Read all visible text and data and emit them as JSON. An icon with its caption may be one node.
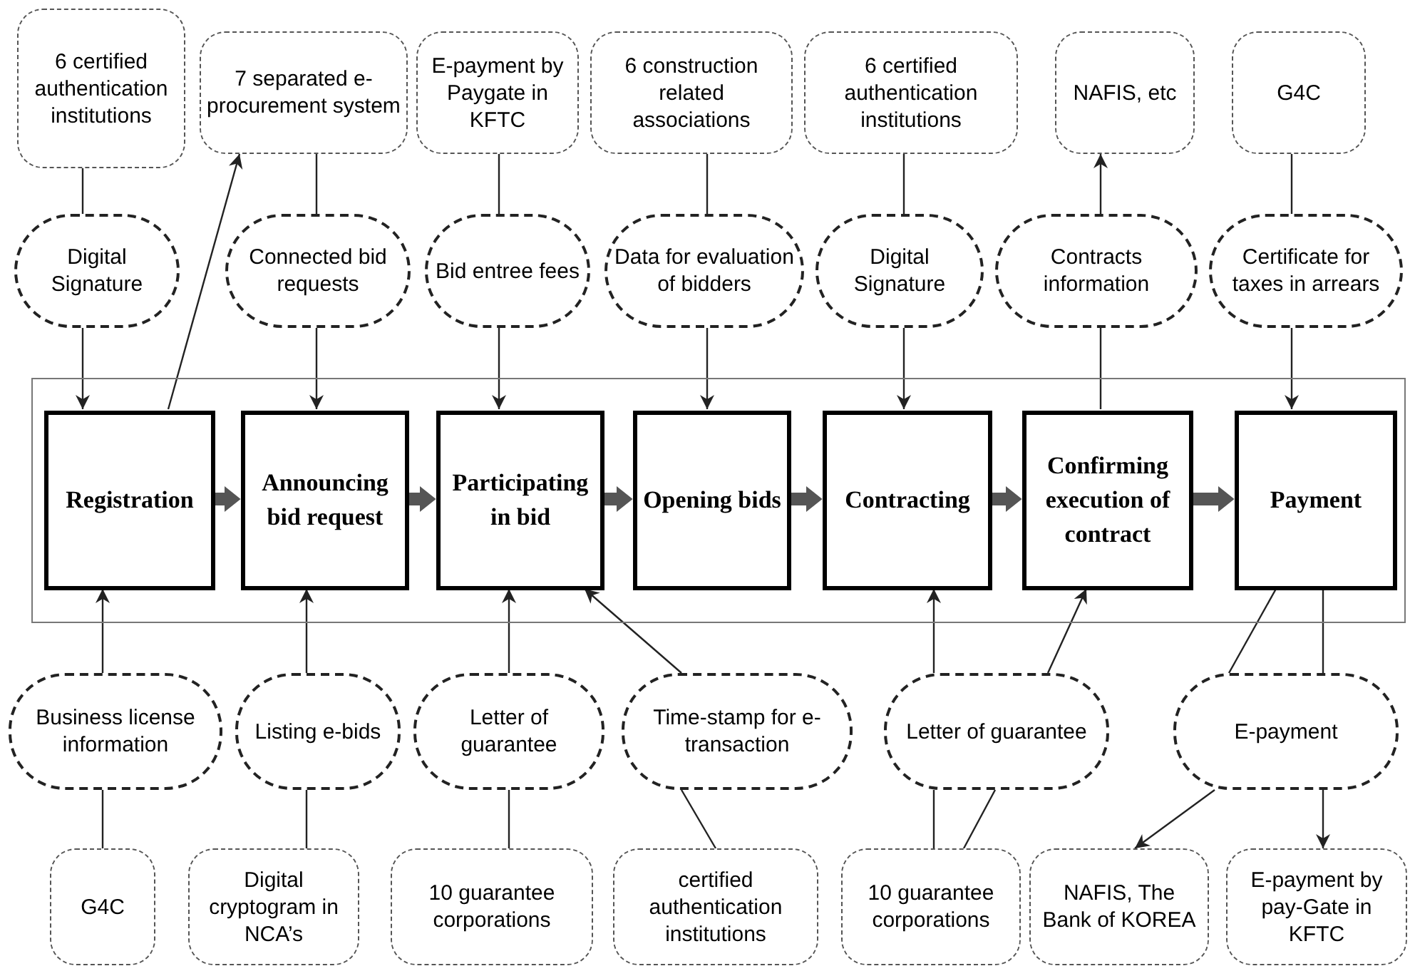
{
  "diagram": {
    "nodes": [
      {
        "text": [
          "6 certified authentication institutions"
        ]
      },
      {
        "text": [
          "7 separated e-procurement system"
        ]
      },
      {
        "text": [
          "E-payment by Paygate in KFTC"
        ]
      },
      {
        "text": [
          "6 construction related associations"
        ]
      },
      {
        "text": [
          "6 certified authentication institutions"
        ]
      },
      {
        "text": [
          "NAFIS, etc"
        ]
      },
      {
        "text": [
          "G4C"
        ]
      },
      {
        "text": [
          "Digital Signature"
        ]
      },
      {
        "text": [
          "Connected bid requests"
        ]
      },
      {
        "text": [
          "Bid entree fees"
        ]
      },
      {
        "text": [
          "Data for evaluation of bidders"
        ]
      },
      {
        "text": [
          "Digital Signature"
        ]
      },
      {
        "text": [
          "Contracts information"
        ]
      },
      {
        "text": [
          "Certificate for taxes in arrears"
        ]
      },
      {
        "text": [],
        "shape": "box"
      },
      {
        "text": [
          "Registration"
        ],
        "in": 14
      },
      {
        "text": [
          "Announcing bid request"
        ],
        "in": 14
      },
      {
        "text": [
          "Participating in bid"
        ],
        "in": 14
      },
      {
        "text": [
          "Opening bids"
        ],
        "in": 14
      },
      {
        "text": [
          "Contracting"
        ],
        "in": 14
      },
      {
        "text": [
          "Confirming execution of contract"
        ],
        "in": 14
      },
      {
        "text": [
          "Payment"
        ],
        "in": 14
      },
      {
        "text": [
          "Business license information"
        ]
      },
      {
        "text": [
          "Listing e-bids"
        ]
      },
      {
        "text": [
          "Letter of guarantee"
        ]
      },
      {
        "text": [
          "Time-stamp for e-transaction"
        ]
      },
      {
        "text": [
          "Letter of guarantee"
        ]
      },
      {
        "text": [
          "E-payment"
        ]
      },
      {
        "text": [
          "G4C"
        ]
      },
      {
        "text": [
          "Digital cryptogram in NCA’s"
        ]
      },
      {
        "text": [
          "10 guarantee corporations"
        ]
      },
      {
        "text": [
          "certified authentication institutions"
        ]
      },
      {
        "text": [
          "10 guarantee corporations"
        ]
      },
      {
        "text": [
          "NAFIS, The Bank of KOREA"
        ]
      },
      {
        "text": [
          "E-payment by pay-Gate in KFTC"
        ]
      }
    ],
    "edges": [
      {
        "from": 0,
        "to": 7,
        "arrow": "none"
      },
      {
        "from": 7,
        "to": 15,
        "arrow": "to"
      },
      {
        "from": 15,
        "to": 1,
        "arrow": "to"
      },
      {
        "from": 1,
        "to": 8,
        "arrow": "none"
      },
      {
        "from": 8,
        "to": 16,
        "arrow": "to"
      },
      {
        "from": 2,
        "to": 9,
        "arrow": "none"
      },
      {
        "from": 9,
        "to": 17,
        "arrow": "to"
      },
      {
        "from": 3,
        "to": 10,
        "arrow": "none"
      },
      {
        "from": 10,
        "to": 18,
        "arrow": "to"
      },
      {
        "from": 4,
        "to": 11,
        "arrow": "none"
      },
      {
        "from": 11,
        "to": 19,
        "arrow": "to"
      },
      {
        "from": 12,
        "to": 5,
        "arrow": "to"
      },
      {
        "from": 12,
        "to": 20,
        "arrow": "none"
      },
      {
        "from": 6,
        "to": 13,
        "arrow": "none"
      },
      {
        "from": 13,
        "to": 21,
        "arrow": "to"
      },
      {
        "from": 15,
        "to": 16,
        "arrow": "to",
        "style": "thick"
      },
      {
        "from": 16,
        "to": 17,
        "arrow": "to",
        "style": "thick"
      },
      {
        "from": 17,
        "to": 18,
        "arrow": "to",
        "style": "thick"
      },
      {
        "from": 18,
        "to": 19,
        "arrow": "to",
        "style": "thick"
      },
      {
        "from": 19,
        "to": 20,
        "arrow": "to",
        "style": "thick"
      },
      {
        "from": 20,
        "to": 21,
        "arrow": "to",
        "style": "thick"
      },
      {
        "from": 22,
        "to": 15,
        "arrow": "to"
      },
      {
        "from": 28,
        "to": 22,
        "arrow": "none"
      },
      {
        "from": 23,
        "to": 16,
        "arrow": "to"
      },
      {
        "from": 29,
        "to": 23,
        "arrow": "none"
      },
      {
        "from": 24,
        "to": 17,
        "arrow": "to"
      },
      {
        "from": 30,
        "to": 24,
        "arrow": "none"
      },
      {
        "from": 25,
        "to": 17,
        "arrow": "to"
      },
      {
        "from": 31,
        "to": 25,
        "arrow": "none"
      },
      {
        "from": 26,
        "to": 19,
        "arrow": "to"
      },
      {
        "from": 26,
        "to": 20,
        "arrow": "to"
      },
      {
        "from": 32,
        "to": 26,
        "arrow": "none"
      },
      {
        "from": 32,
        "to": 26,
        "arrow": "none"
      },
      {
        "from": 21,
        "to": 27,
        "arrow": "none"
      },
      {
        "from": 21,
        "to": 27,
        "arrow": "none"
      },
      {
        "from": 27,
        "to": 33,
        "arrow": "to"
      },
      {
        "from": 27,
        "to": 34,
        "arrow": "to"
      }
    ]
  }
}
